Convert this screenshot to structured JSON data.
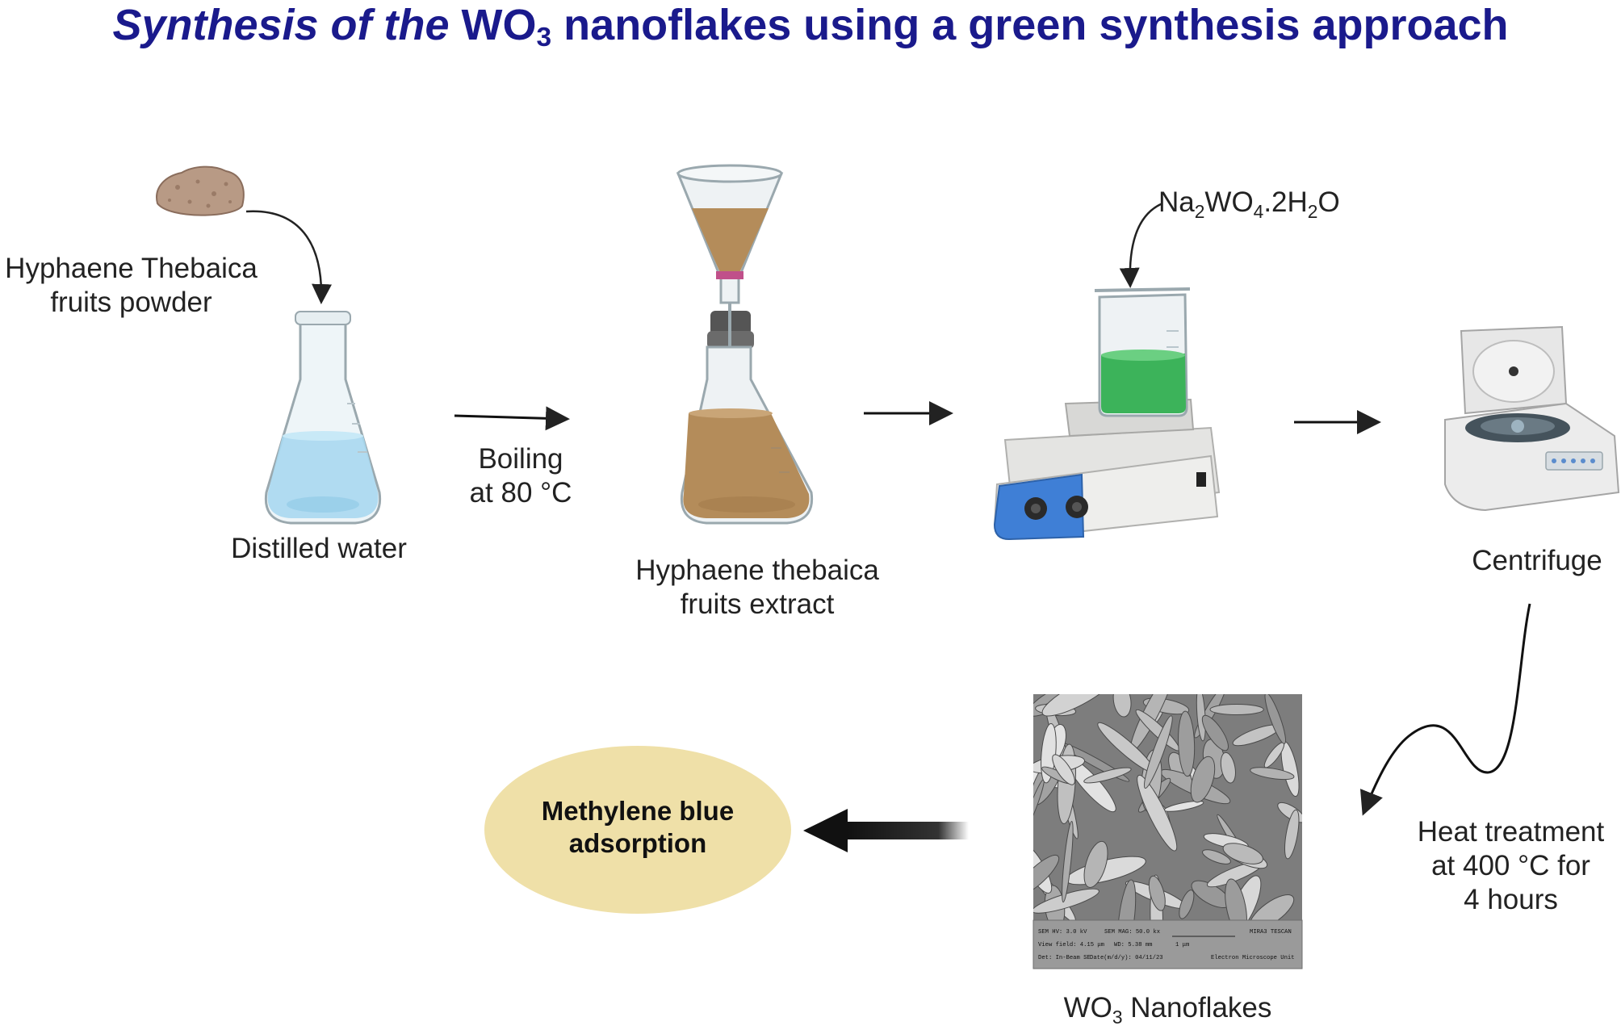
{
  "title": {
    "italic": "Synthesis of the",
    "formula_base": "WO",
    "formula_sub": "3",
    "rest": "nanoflakes using a green synthesis approach"
  },
  "labels": {
    "powder_line1": "Hyphaene Thebaica",
    "powder_line2": "fruits powder",
    "water": "Distilled water",
    "boiling_line1": "Boiling",
    "boiling_line2": "at 80 °C",
    "extract_line1": "Hyphaene thebaica",
    "extract_line2": "fruits extract",
    "reagent_a": "Na",
    "reagent_a_sub": "2",
    "reagent_b": "WO",
    "reagent_b_sub": "4",
    "reagent_c": ".2H",
    "reagent_c_sub": "2",
    "reagent_d": "O",
    "centrifuge": "Centrifuge",
    "heat_line1": "Heat treatment",
    "heat_line2": "at 400 °C  for",
    "heat_line3": "4 hours",
    "product_base": "WO",
    "product_sub": "3",
    "product_rest": " Nanoflakes",
    "adsorption_line1": "Methylene blue",
    "adsorption_line2": "adsorption"
  },
  "sem_info": {
    "row1_a": "SEM HV: 3.0 kV",
    "row1_b": "SEM MAG: 50.0 kx",
    "row1_c": "MIRA3 TESCAN",
    "row2_a": "View field: 4.15 μm",
    "row2_b": "WD: 5.38 mm",
    "row2_c": "1 μm",
    "row3_a": "Det: In-Beam SE",
    "row3_b": "Date(m/d/y): 04/11/23",
    "row3_c": "Electron Microscope Unit"
  },
  "colors": {
    "title": "#1a1a8c",
    "water": "#a9d8f0",
    "extract": "#b48c5a",
    "green_solution": "#3cb35a",
    "stirrer_panel": "#3f7fd6",
    "ellipse": "#efe0a8",
    "sem_bg": "#7d7d7d"
  },
  "icons": [
    "powder-pile-icon",
    "erlenmeyer-flask-icon",
    "filter-funnel-icon",
    "magnetic-stirrer-icon",
    "centrifuge-icon",
    "sem-image"
  ]
}
